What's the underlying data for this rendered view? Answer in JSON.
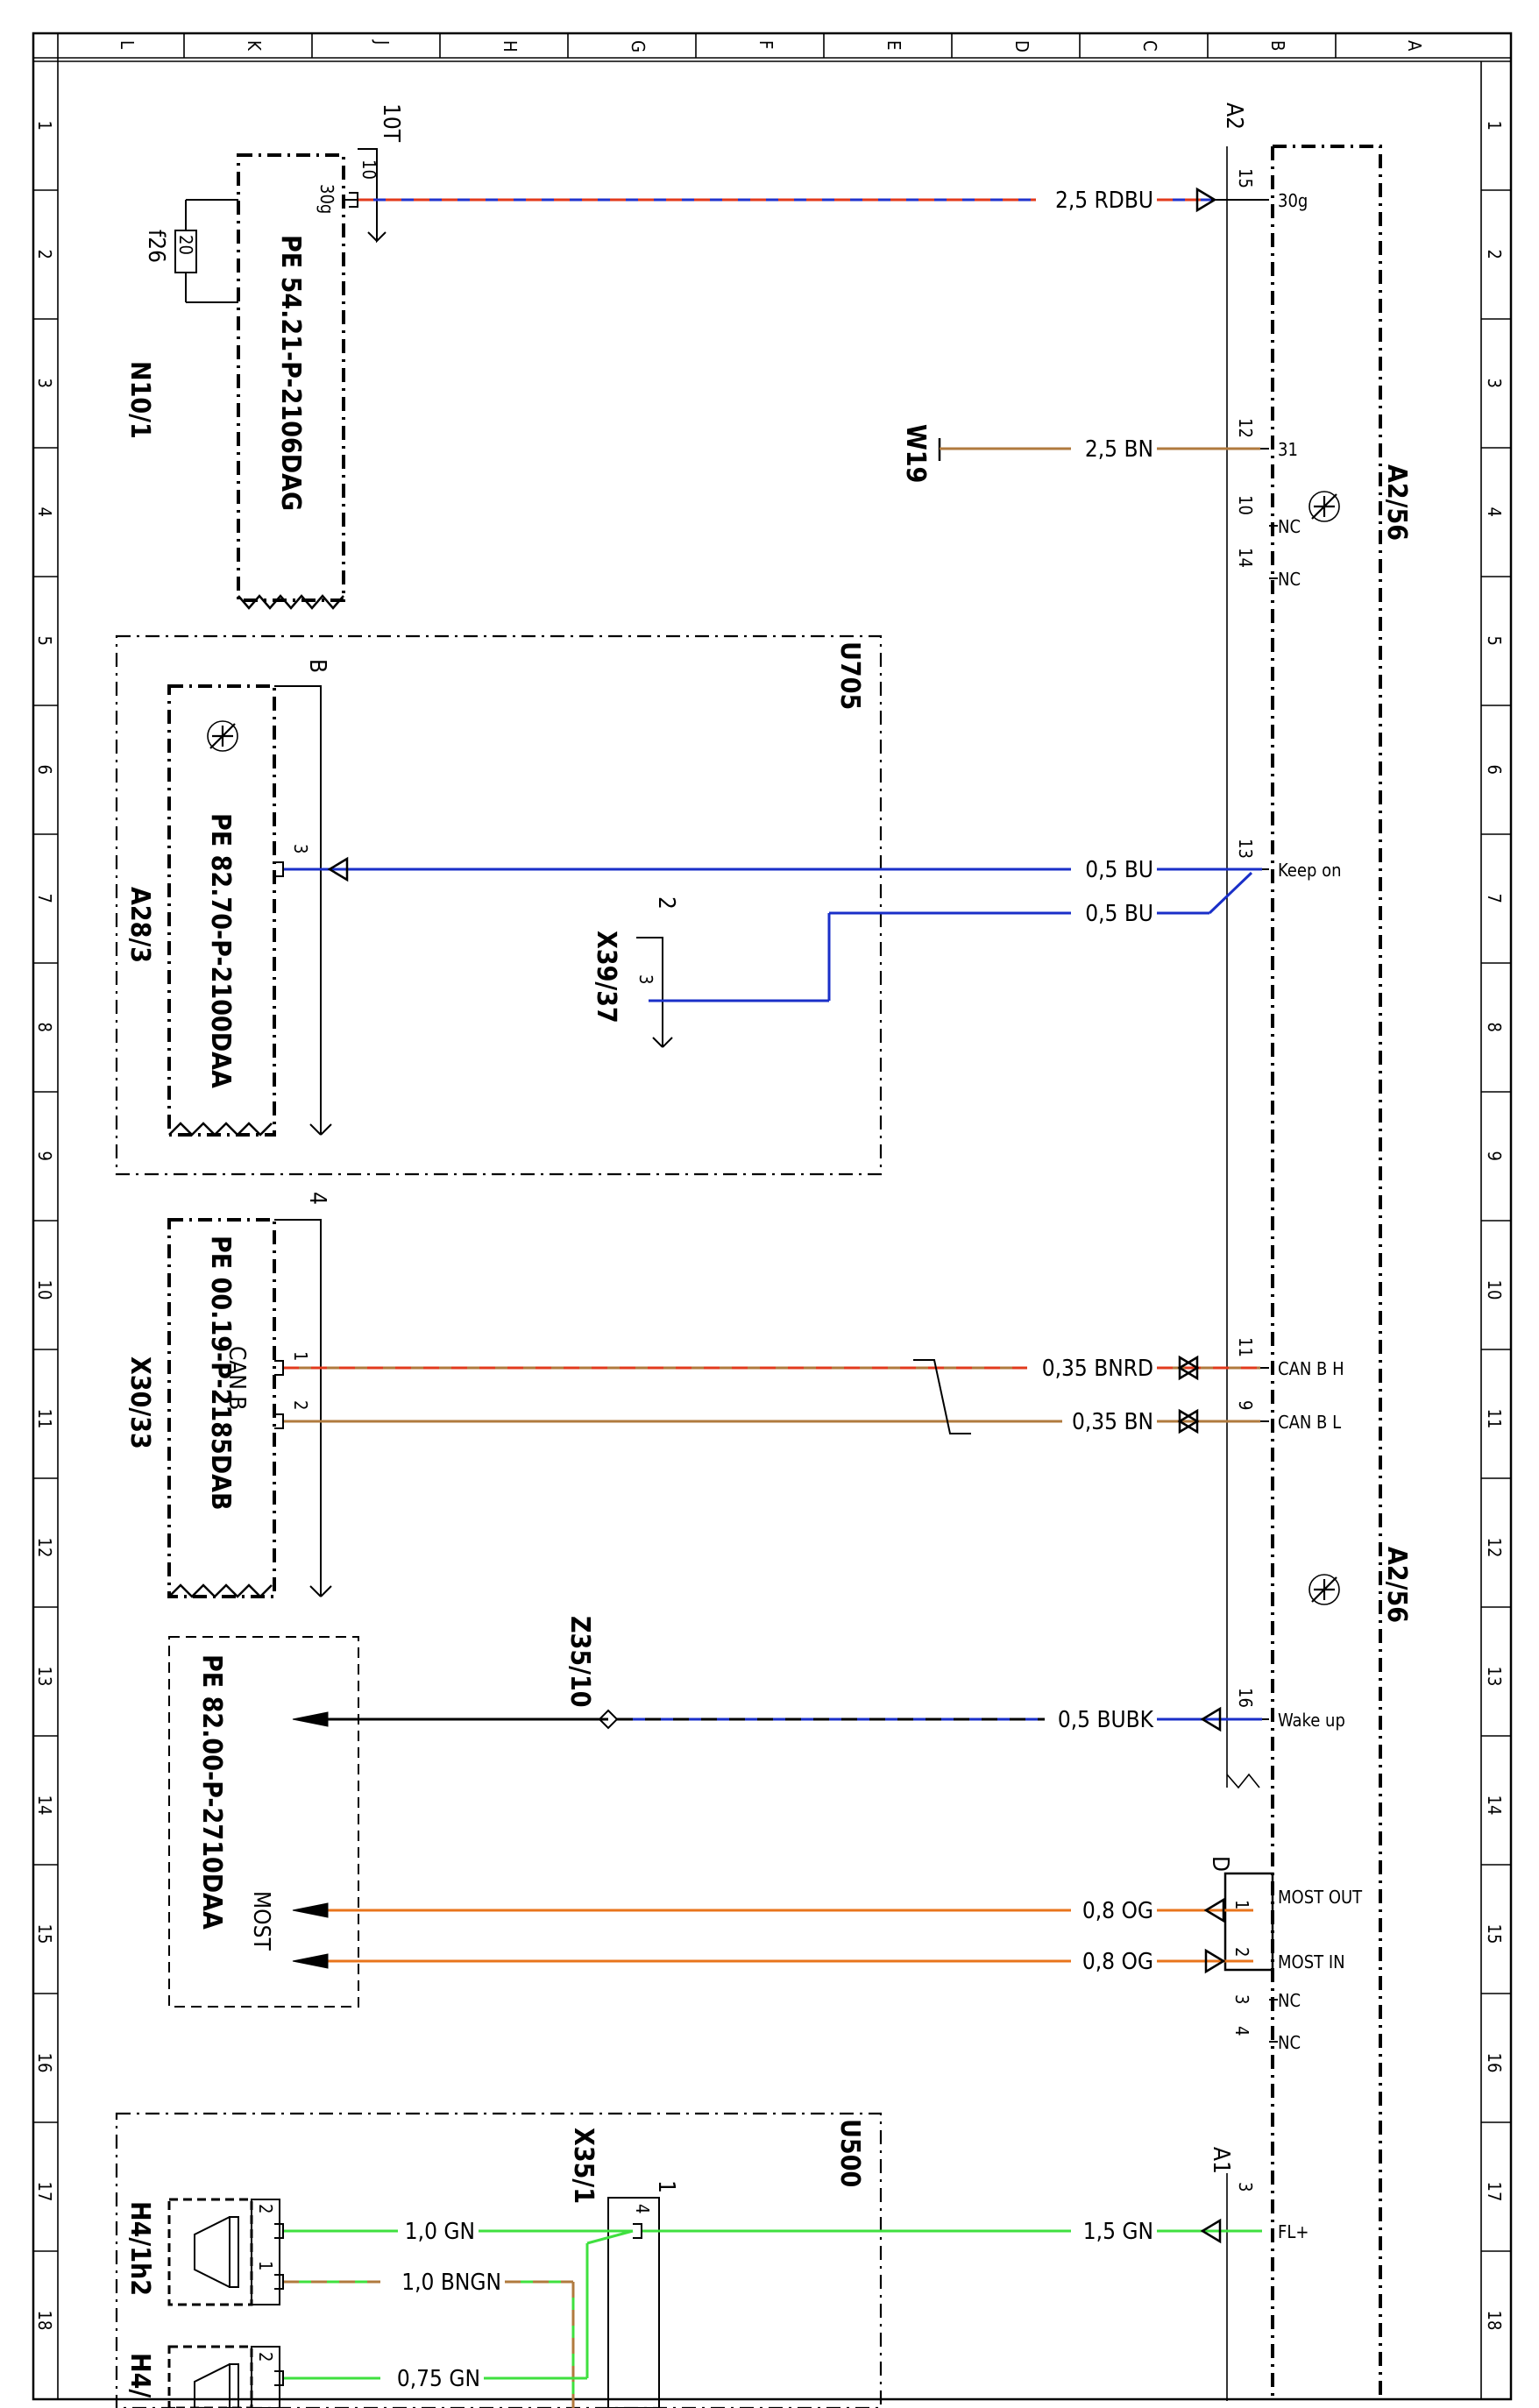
{
  "diagram_title": "",
  "grid": {
    "columns": [
      "L",
      "K",
      "J",
      "H",
      "G",
      "F",
      "E",
      "D",
      "C",
      "B",
      "A"
    ],
    "rows": [
      "1",
      "2",
      "3",
      "4",
      "5",
      "6",
      "7",
      "8",
      "9",
      "10",
      "11",
      "12",
      "13",
      "14",
      "15",
      "16",
      "17",
      "18"
    ]
  },
  "components": {
    "n10_1": {
      "id": "N10/1",
      "doc": "PE 54.21-P-2106DAG",
      "connector": "10T",
      "fuse": "f26",
      "fuse_value": "20",
      "pin": "10",
      "pin_name": "30g"
    },
    "a2_56_top": {
      "id": "A2/56",
      "connector": "A2"
    },
    "a2_56_mid": {
      "id": "A2/56"
    },
    "u705": {
      "id": "U705"
    },
    "a28_3": {
      "id": "A28/3",
      "doc": "PE 82.70-P-2100DAA",
      "connector": "B",
      "pin": "3"
    },
    "x39_37": {
      "id": "X39/37",
      "connector": "2",
      "pin": "3"
    },
    "x30_33": {
      "id": "X30/33",
      "doc": "PE 00.19-P-2185DAB",
      "connector": "4",
      "bus": "CAN B",
      "pin1": "1",
      "pin2": "2"
    },
    "z35_10": {
      "id": "Z35/10"
    },
    "most_box": {
      "doc": "PE 82.00-P-2710DAA",
      "bus": "MOST"
    },
    "u500": {
      "id": "U500"
    },
    "x35_1": {
      "id": "X35/1",
      "connector": "1",
      "pin": "4"
    },
    "h4_1h2": {
      "id": "H4/1h2",
      "pin2": "2",
      "pin1": "1"
    },
    "h4_partial": {
      "id": "H4/",
      "pin2": "2"
    },
    "w19": {
      "id": "W19"
    }
  },
  "a2_pins": [
    {
      "num": "15",
      "name": "30g"
    },
    {
      "num": "12",
      "name": "31"
    },
    {
      "num": "10",
      "name": "NC"
    },
    {
      "num": "14",
      "name": "NC"
    },
    {
      "num": "13",
      "name": "Keep on"
    },
    {
      "num": "11",
      "name": "CAN B H"
    },
    {
      "num": "9",
      "name": "CAN B L"
    },
    {
      "num": "16",
      "name": "Wake up"
    }
  ],
  "d_connector": {
    "id": "D",
    "pins": [
      {
        "num": "1",
        "name": "MOST OUT"
      },
      {
        "num": "2",
        "name": "MOST IN"
      },
      {
        "num": "3",
        "name": "NC"
      },
      {
        "num": "4",
        "name": "NC"
      }
    ]
  },
  "a1_connector": {
    "id": "A1",
    "pin": "3",
    "name": "FL+"
  },
  "wires": [
    {
      "label": "2,5 RDBU",
      "color1": "#2233cc",
      "color2": "#e23a1c"
    },
    {
      "label": "2,5 BN",
      "color1": "#b07a3e"
    },
    {
      "label": "0,5 BU",
      "color1": "#1a2fc8"
    },
    {
      "label": "0,5 BU",
      "color1": "#1a2fc8"
    },
    {
      "label": "0,35 BNRD",
      "color1": "#b07a3e",
      "color2": "#e23a1c"
    },
    {
      "label": "0,35 BN",
      "color1": "#b07a3e"
    },
    {
      "label": "0,5 BUBK",
      "color1": "#1a2fc8",
      "color2": "#000000"
    },
    {
      "label": "0,8 OG",
      "color1": "#e8741c"
    },
    {
      "label": "0,8 OG",
      "color1": "#e8741c"
    },
    {
      "label": "1,5 GN",
      "color1": "#3fe03f"
    },
    {
      "label": "1,0 GN",
      "color1": "#3fe03f"
    },
    {
      "label": "1,0 BNGN",
      "color1": "#3fe03f",
      "color2": "#b07a3e"
    },
    {
      "label": "0,75 GN",
      "color1": "#3fe03f"
    }
  ]
}
